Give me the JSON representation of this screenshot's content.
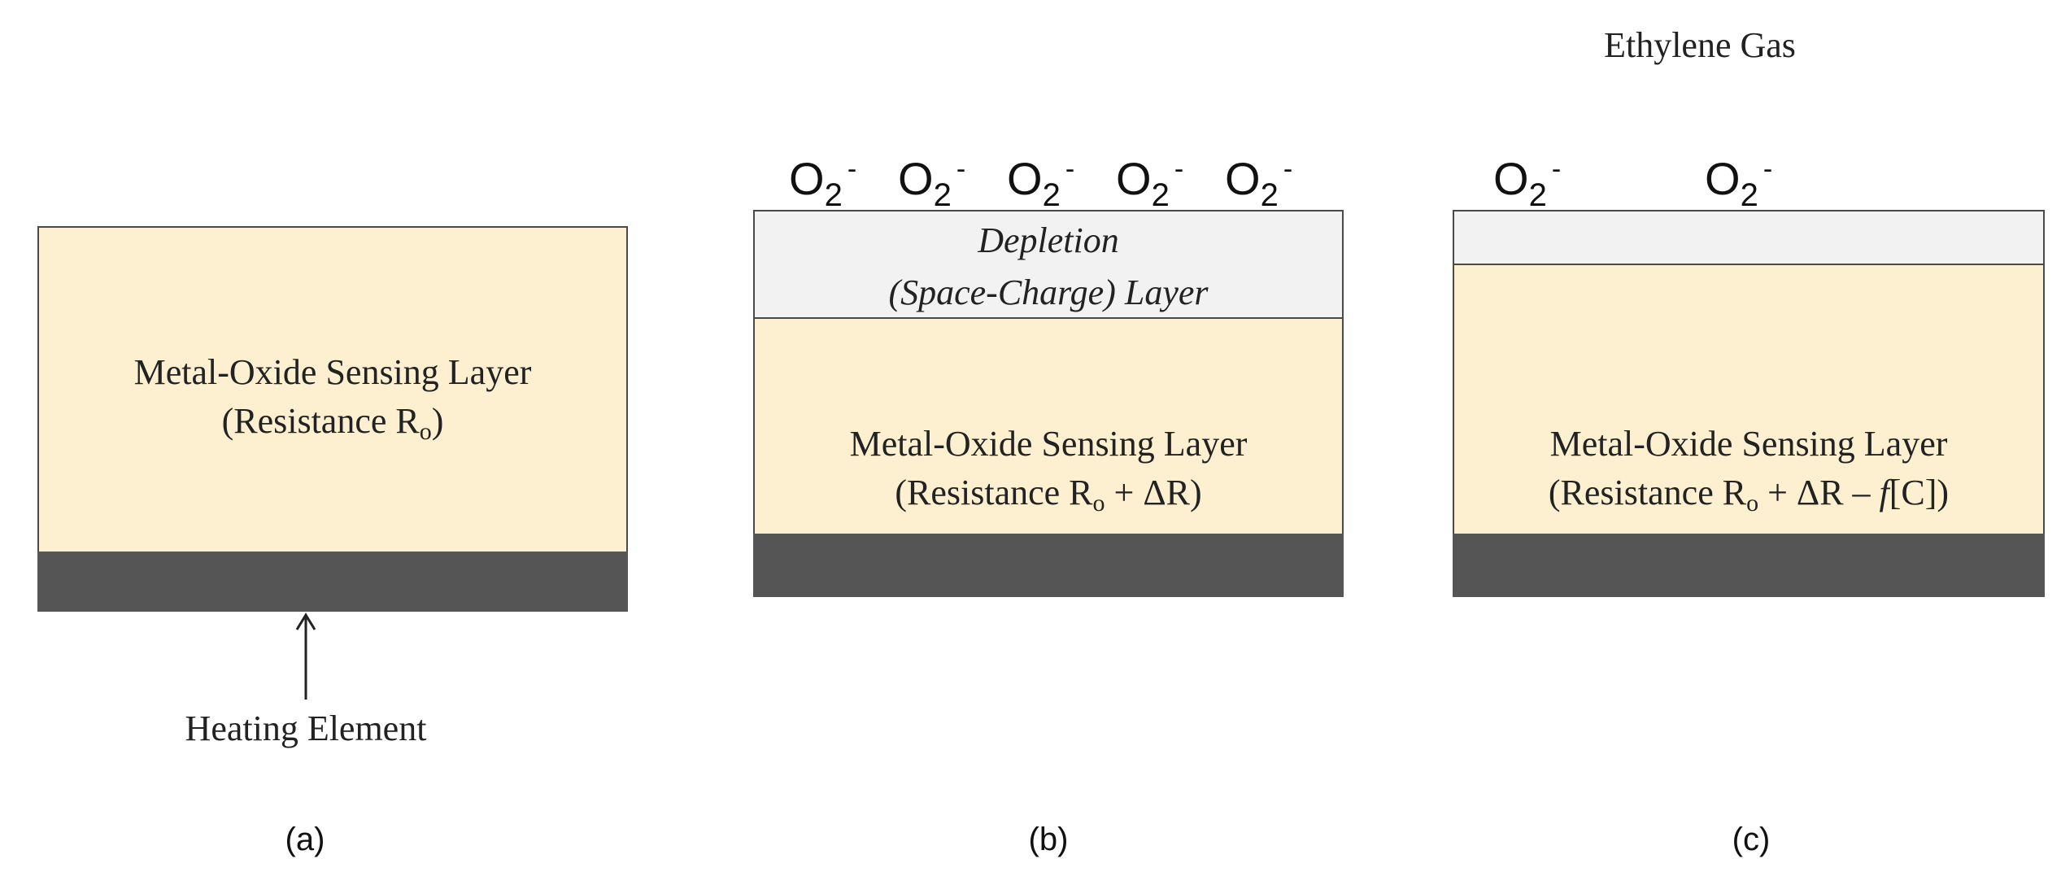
{
  "header": {
    "gas_label": "Ethylene Gas"
  },
  "panel_a": {
    "layer_title": "Metal-Oxide Sensing Layer",
    "resistance_prefix": "(Resistance R",
    "resistance_sub": "o",
    "resistance_suffix": ")",
    "heater_label": "Heating Element",
    "caption": "(a)"
  },
  "panel_b": {
    "oxygen_ions": [
      {
        "base": "O",
        "sub": "2",
        "sup": "-"
      },
      {
        "base": "O",
        "sub": "2",
        "sup": "-"
      },
      {
        "base": "O",
        "sub": "2",
        "sup": "-"
      },
      {
        "base": "O",
        "sub": "2",
        "sup": "-"
      },
      {
        "base": "O",
        "sub": "2",
        "sup": "-"
      }
    ],
    "depletion_line1": "Depletion",
    "depletion_line2": "(Space-Charge) Layer",
    "layer_title": "Metal-Oxide Sensing Layer",
    "resistance_prefix": "(Resistance R",
    "resistance_sub": "o",
    "resistance_suffix": " + ΔR)",
    "caption": "(b)"
  },
  "panel_c": {
    "oxygen_ions": [
      {
        "base": "O",
        "sub": "2",
        "sup": "-"
      },
      {
        "base": "O",
        "sub": "2",
        "sup": "-"
      }
    ],
    "layer_title": "Metal-Oxide Sensing Layer",
    "resistance_prefix": "(Resistance R",
    "resistance_sub": "o",
    "resistance_mid": " + ΔR – ",
    "resistance_func": "f",
    "resistance_suffix": "[C])",
    "caption": "(c)"
  },
  "colors": {
    "sensing_layer": "#fdf0d0",
    "depletion_layer": "#f2f2f2",
    "heating_element": "#555555"
  }
}
